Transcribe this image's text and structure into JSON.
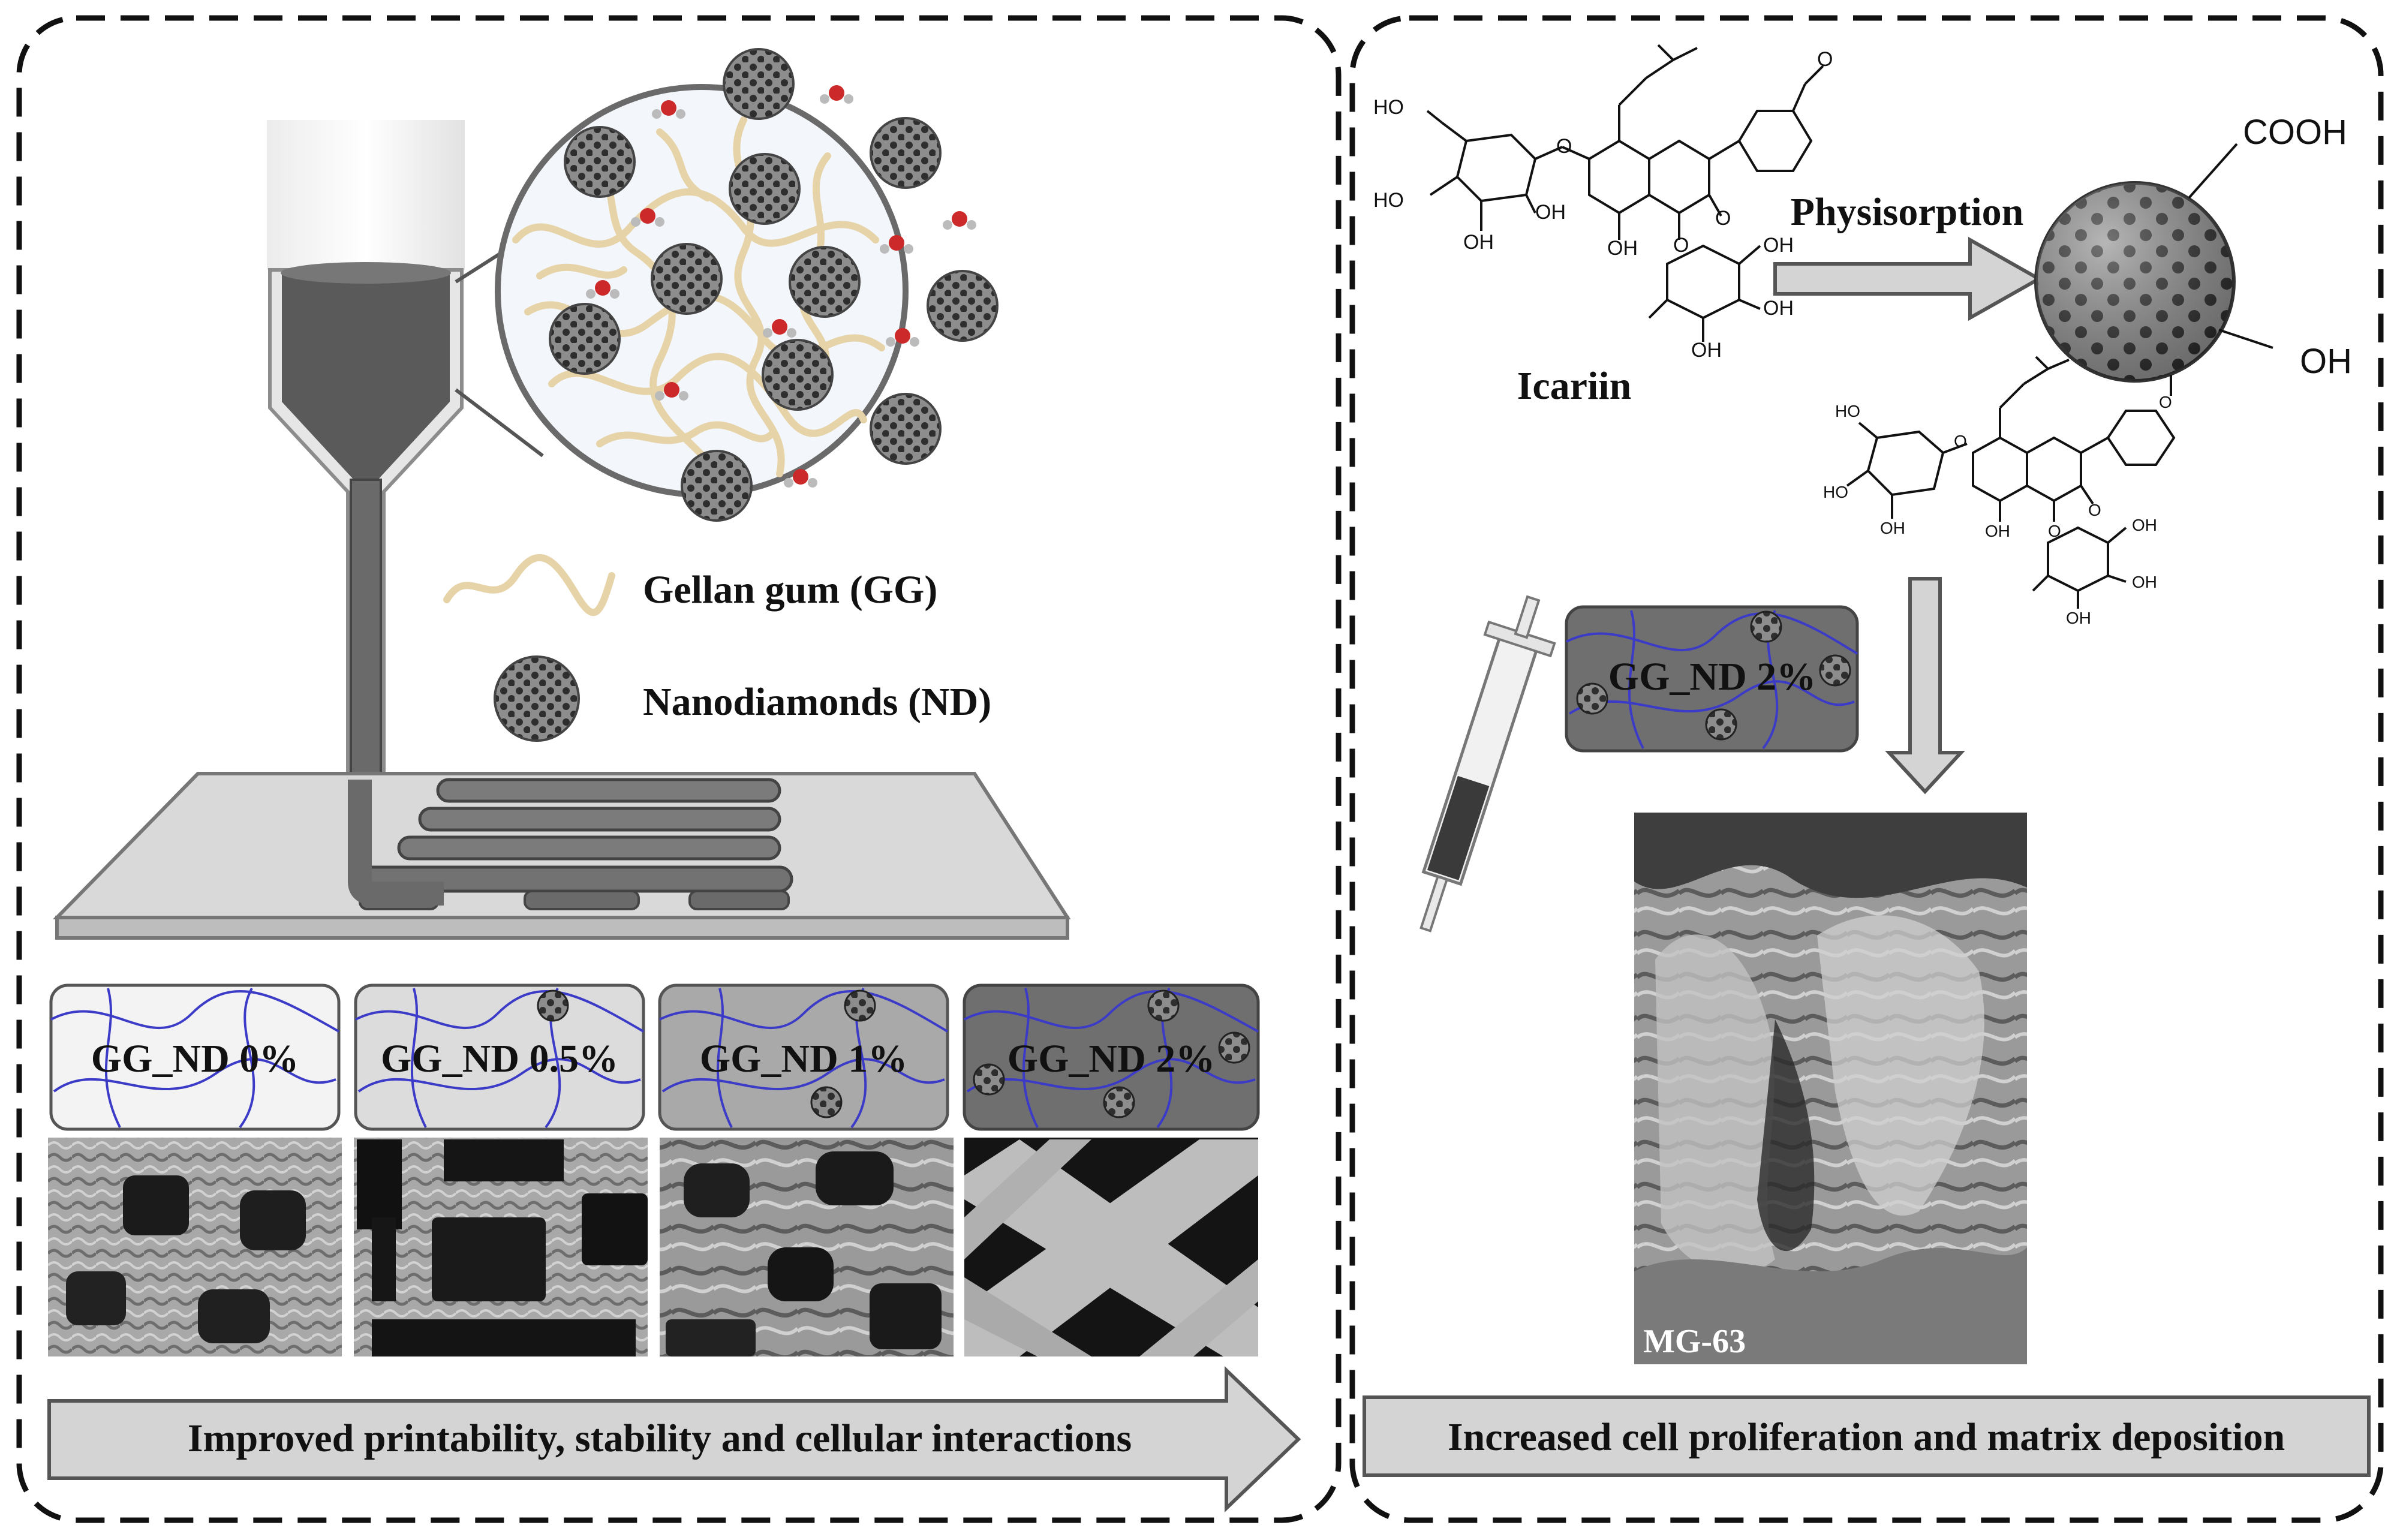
{
  "left_panel": {
    "legend": {
      "gellan_gum": "Gellan gum (GG)",
      "nanodiamonds": "Nanodiamonds (ND)"
    },
    "samples": [
      {
        "label": "GG_ND 0%"
      },
      {
        "label": "GG_ND 0.5%"
      },
      {
        "label": "GG_ND 1%"
      },
      {
        "label": "GG_ND 2%"
      }
    ],
    "arrow_text": "Improved printability, stability and cellular interactions"
  },
  "right_panel": {
    "molecule_name": "Icariin",
    "process_label": "Physisorption",
    "nd_groups": {
      "carboxyl": "COOH",
      "hydroxyl": "OH"
    },
    "hydrogel_label": "GG_ND 2%",
    "cell_line": "MG-63",
    "result_text": "Increased cell proliferation and matrix deposition"
  },
  "chem_labels": {
    "ho": "HO",
    "oh": "OH",
    "o": "O"
  },
  "colors": {
    "panel_border": "#111111",
    "fiber": "#e6d3a8",
    "fiber_stroke": "#cdb787",
    "nd_fill": "#8a8a8a",
    "nd_dots": "#333333",
    "polymer_line": "#3b3bc8",
    "water_o": "#cc2a2a",
    "arrow_fill": "#d4d4d4",
    "sem_dark": "#3a3a3a",
    "sem_light": "#b8b8b8"
  }
}
